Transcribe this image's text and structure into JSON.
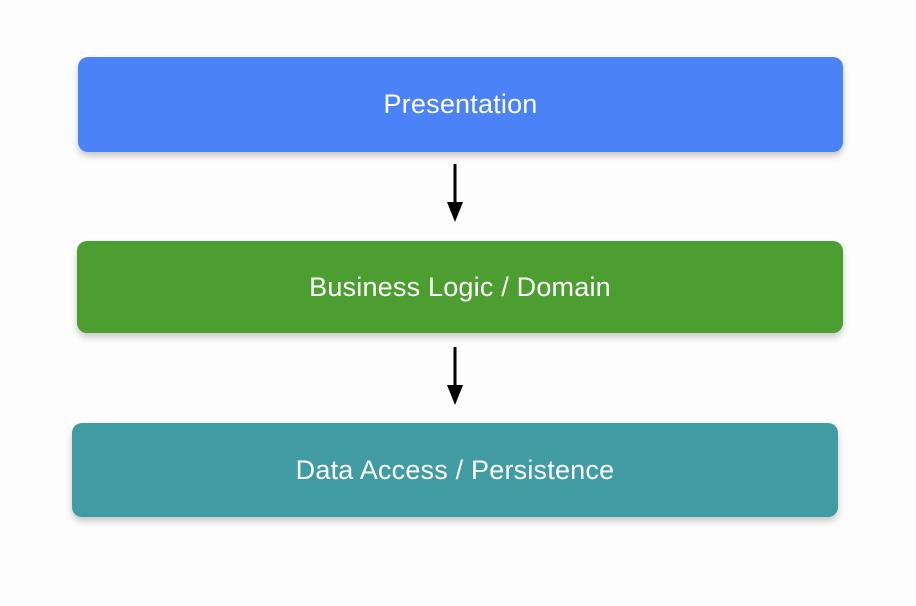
{
  "diagram": {
    "type": "layered-architecture-flow",
    "background_color": "#fdfdfd",
    "orientation": "vertical-top-down",
    "layers": [
      {
        "id": "presentation",
        "label": "Presentation",
        "fill_color": "#4c82f7",
        "text_color": "#ffffff"
      },
      {
        "id": "business-logic",
        "label": "Business Logic / Domain",
        "fill_color": "#4c9e30",
        "text_color": "#ffffff"
      },
      {
        "id": "data-access",
        "label": "Data Access / Persistence",
        "fill_color": "#409ca2",
        "text_color": "#ffffff"
      }
    ],
    "connectors": [
      {
        "id": "presentation-to-business",
        "from": "presentation",
        "to": "business-logic",
        "style": "solid-arrow",
        "color": "#000000",
        "label": ""
      },
      {
        "id": "business-to-data",
        "from": "business-logic",
        "to": "data-access",
        "style": "solid-arrow",
        "color": "#000000",
        "label": ""
      }
    ]
  }
}
